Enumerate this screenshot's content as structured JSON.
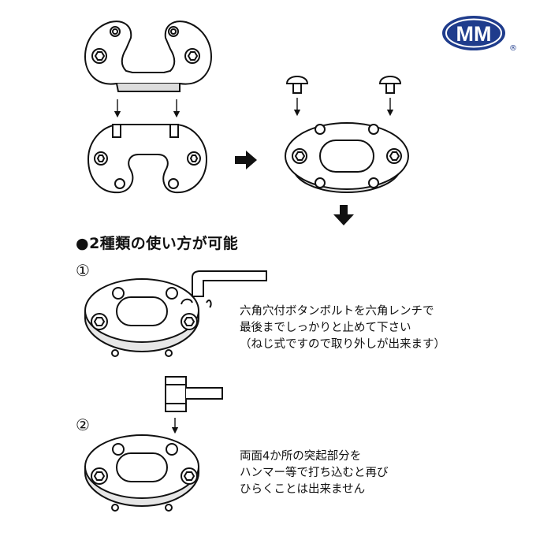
{
  "logo": {
    "text": "MM",
    "registered": "®",
    "color": "#1f3c8c"
  },
  "heading": "●2種類の使い方が可能",
  "methods": [
    {
      "number": "①",
      "lines": [
        "六角穴付ボタンボルトを六角レンチで",
        "最後までしっかりと止めて下さい",
        "（ねじ式ですので取り外しが出来ます）"
      ]
    },
    {
      "number": "②",
      "lines": [
        "両面4か所の突起部分を",
        "ハンマー等で打ち込むと再び",
        "ひらくことは出来ません"
      ]
    }
  ]
}
